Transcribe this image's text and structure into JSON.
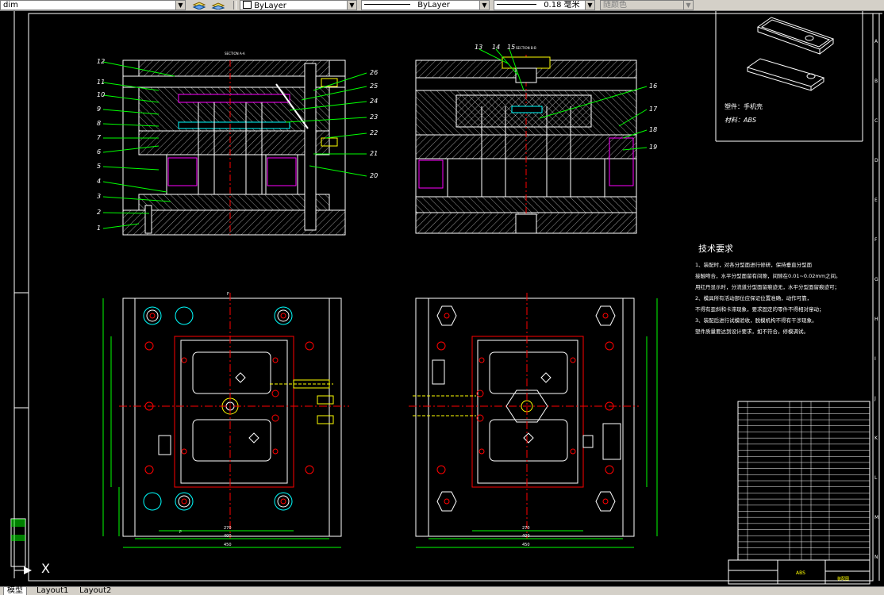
{
  "toolbar": {
    "layer_value": "dim",
    "color_value": "ByLayer",
    "linetype_value": "ByLayer",
    "lineweight_value": "0.18 毫米",
    "plotstyle_value": "随颜色"
  },
  "drawing": {
    "section_label_left": "SECTION A-A",
    "section_label_right": "SECTION B-B",
    "part_numbers_left": [
      "12",
      "11",
      "10",
      "9",
      "8",
      "7",
      "6",
      "5",
      "4",
      "3",
      "2",
      "1"
    ],
    "part_numbers_right_of_left_view": [
      "26",
      "25",
      "24",
      "23",
      "22",
      "21",
      "20"
    ],
    "part_numbers_right_view_top": [
      "13",
      "14",
      "15"
    ],
    "part_numbers_right_view_side": [
      "16",
      "17",
      "18",
      "19"
    ],
    "product_name_label": "塑件：手机壳",
    "material_label": "材料：ABS",
    "tech_title": "技术要求",
    "tech_lines": [
      "1、装配时，对各分型面进行修研，保持垂直分型面",
      "接触吻合，水平分型面留有间隙，间隙在0.01~0.02mm之间。",
      "用红丹显示时，分流道分型面留痕迹无，水平分型面留痕迹可；",
      "2、模具所有活动部位应保证位置准确，动作可靠，",
      "不得有歪斜和卡滞现象，要求固定的零件不得相对窜动；",
      "3、装配后进行试模验收，脱模机构不得有干涉现象。",
      "塑件质量要达到设计要求，如不符合，修模调试。"
    ],
    "dims_bottom_left": [
      "270",
      "400",
      "450"
    ],
    "dims_bottom_right": [
      "270",
      "400",
      "450"
    ],
    "title_block_material": "ABS",
    "title_block_label": "装配图",
    "ucs_x": "X"
  },
  "tabs": [
    "模型",
    "Layout1",
    "Layout2"
  ],
  "colors": {
    "background": "#000000",
    "line": "#ffffff",
    "leader": "#00ff00",
    "center": "#ff0000",
    "bolt": "#00ffff",
    "cut": "#ff00ff",
    "yellow": "#ffff00"
  }
}
